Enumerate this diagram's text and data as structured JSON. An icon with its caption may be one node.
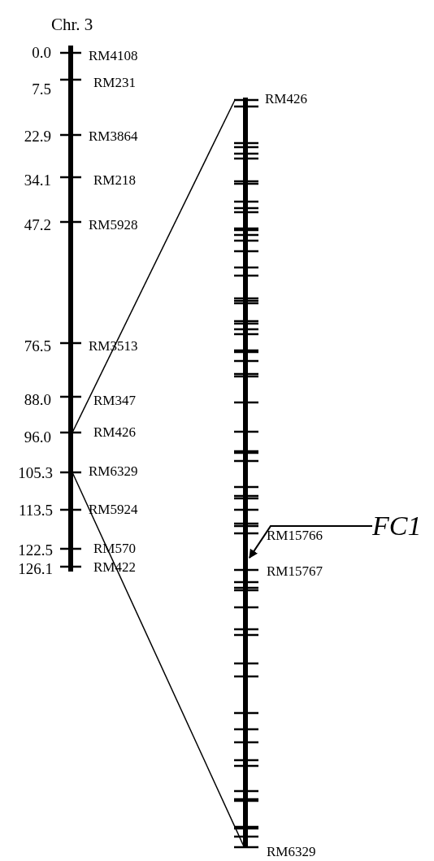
{
  "diagram": {
    "nodes": [
      {
        "text": [],
        "shape": "bar",
        "beside": [
          "Chr. 3",
          "0.0",
          "RM4108",
          "7.5",
          "RM231",
          "22.9",
          "RM3864",
          "34.1",
          "RM218",
          "47.2",
          "RM5928",
          "76.5",
          "RM3513",
          "88.0",
          "RM347",
          "96.0",
          "RM426",
          "105.3",
          "RM6329",
          "113.5",
          "RM5924",
          "122.5",
          "RM570",
          "126.1",
          "RM422"
        ]
      },
      {
        "text": [],
        "shape": "bar",
        "beside": [
          "RM426",
          "RM15766",
          "RM15767",
          "RM6329"
        ]
      },
      {
        "text": [
          "FC1"
        ]
      }
    ],
    "edges": [
      {
        "from": 0,
        "to": 1,
        "arrow": "none"
      },
      {
        "from": 0,
        "to": 1,
        "arrow": "none"
      },
      {
        "from": 2,
        "to": 1,
        "arrow": "to"
      }
    ]
  }
}
